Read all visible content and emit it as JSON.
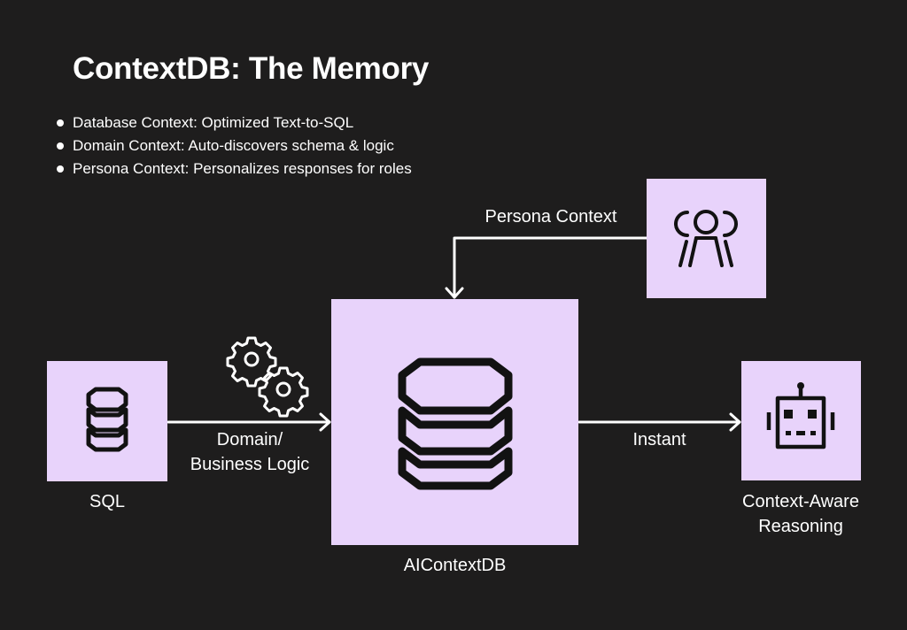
{
  "title": "ContextDB: The Memory",
  "bullets": [
    "Database Context: Optimized Text-to-SQL",
    "Domain Context: Auto-discovers schema & logic",
    "Persona Context: Personalizes responses for roles"
  ],
  "nodes": {
    "sql": {
      "label": "SQL",
      "icon": "database-icon"
    },
    "core": {
      "label": "AIContextDB",
      "icon": "database-icon"
    },
    "persona": {
      "icon": "users-icon"
    },
    "reasoning": {
      "label_line1": "Context-Aware",
      "label_line2": "Reasoning",
      "icon": "robot-icon"
    }
  },
  "edges": {
    "persona_to_core": "Persona Context",
    "sql_to_core_line1": "Domain/",
    "sql_to_core_line2": "Business Logic",
    "core_to_reasoning": "Instant"
  },
  "decorations": {
    "gears": "gears-icon"
  },
  "colors": {
    "background": "#1e1d1d",
    "box": "#e8d3fb",
    "ink": "#121212",
    "line": "#ffffff"
  }
}
